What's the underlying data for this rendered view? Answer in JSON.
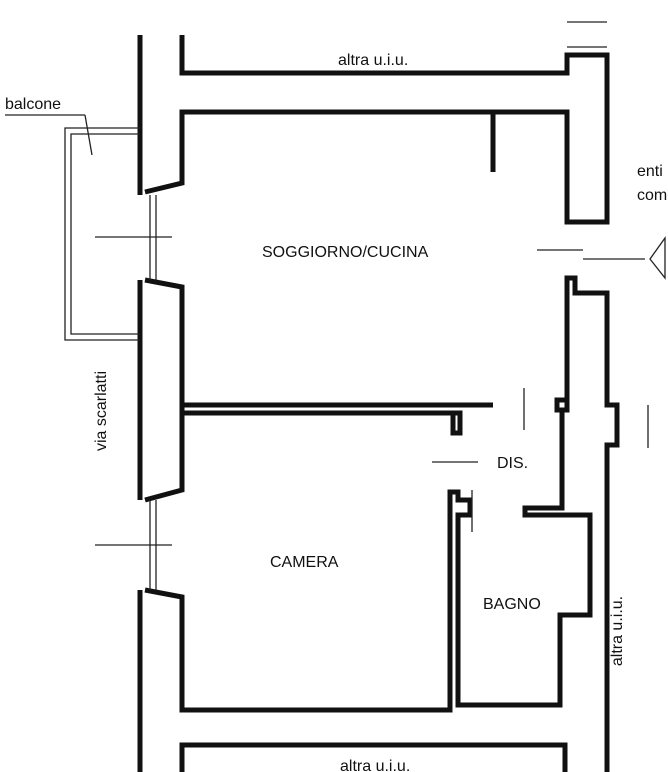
{
  "labels": {
    "top_unit": "altra u.i.u.",
    "balcony": "balcone",
    "common_1": "enti",
    "common_2": "com",
    "living_kitchen": "SOGGIORNO/CUCINA",
    "street": "via scarlatti",
    "hallway": "DIS.",
    "bedroom": "CAMERA",
    "bathroom": "BAGNO",
    "right_unit": "altra u.i.u.",
    "bottom_unit": "altra u.i.u."
  }
}
